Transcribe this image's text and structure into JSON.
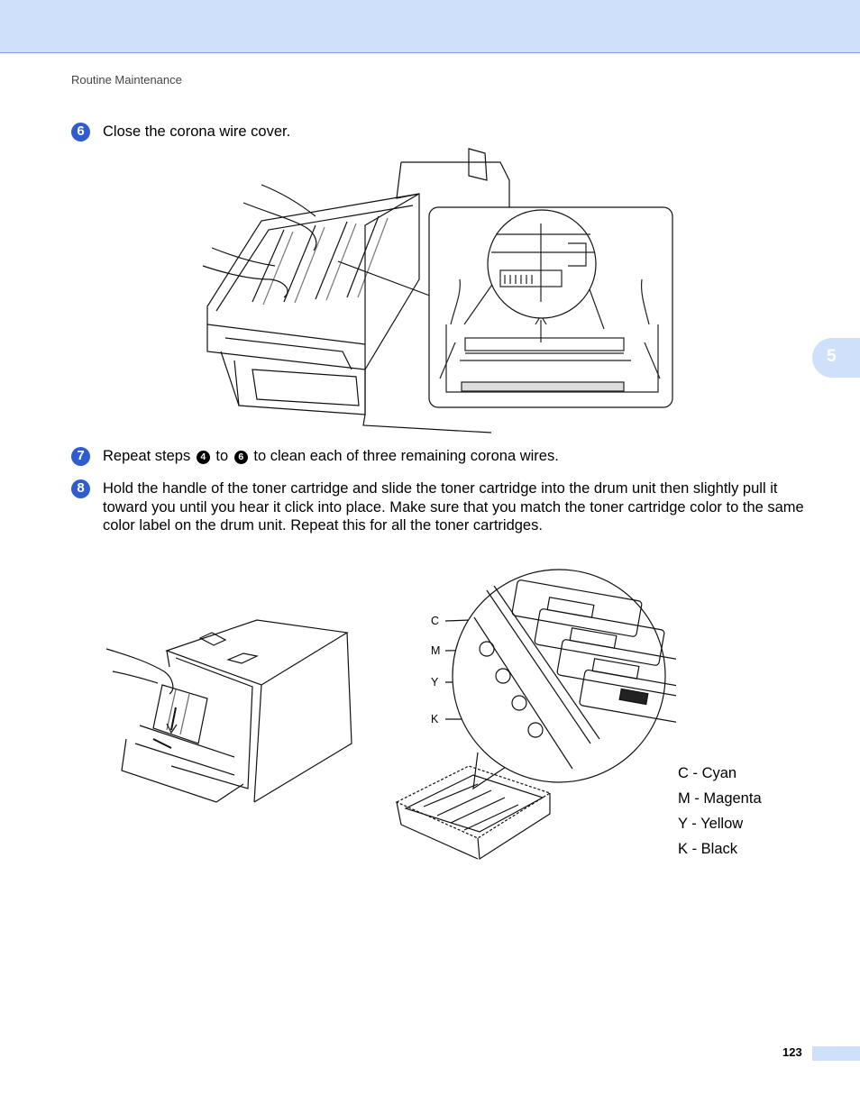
{
  "header": {
    "running_head": "Routine Maintenance"
  },
  "chapter_tab": "5",
  "steps": [
    {
      "number": "6",
      "text": "Close the corona wire cover."
    },
    {
      "number": "7",
      "text_before": "Repeat steps",
      "ref_start": "4",
      "text_middle": "to",
      "ref_end": "6",
      "text_after": "to clean each of three remaining corona wires."
    },
    {
      "number": "8",
      "text": "Hold the handle of the toner cartridge and slide the toner cartridge into the drum unit then slightly pull it toward you until you hear it click into place. Make sure that you match the toner cartridge color to the same color label on the drum unit. Repeat this for all the toner cartridges."
    }
  ],
  "figure2": {
    "callouts": [
      "C",
      "M",
      "Y",
      "K"
    ],
    "legend": [
      "C - Cyan",
      "M - Magenta",
      "Y - Yellow",
      "K - Black"
    ]
  },
  "footer": {
    "page_number": "123"
  },
  "colors": {
    "accent": "#2f5dd0",
    "band": "#cfe0fb"
  }
}
